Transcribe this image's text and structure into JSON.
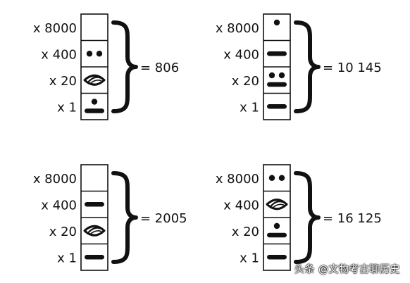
{
  "colors": {
    "ink": "#111111",
    "background": "#ffffff"
  },
  "place_labels": [
    "x 8000",
    "x 400",
    "x 20",
    "x 1"
  ],
  "numbers": [
    {
      "value_label": "806",
      "digits": [
        {
          "glyph": "empty"
        },
        {
          "glyph": "dots",
          "dots": 2
        },
        {
          "glyph": "shell"
        },
        {
          "glyph": "dot-bar",
          "dots": 1,
          "bars": 1
        }
      ]
    },
    {
      "value_label": "10145",
      "display_value": "10 145",
      "digits": [
        {
          "glyph": "dots",
          "dots": 1
        },
        {
          "glyph": "bar",
          "bars": 1
        },
        {
          "glyph": "dot-bar",
          "dots": 2,
          "bars": 1
        },
        {
          "glyph": "bar",
          "bars": 1
        }
      ]
    },
    {
      "value_label": "2005",
      "digits": [
        {
          "glyph": "empty"
        },
        {
          "glyph": "bar",
          "bars": 1
        },
        {
          "glyph": "shell"
        },
        {
          "glyph": "bar",
          "bars": 1
        }
      ]
    },
    {
      "value_label": "16125",
      "display_value": "16 125",
      "digits": [
        {
          "glyph": "dots",
          "dots": 2
        },
        {
          "glyph": "shell"
        },
        {
          "glyph": "dot-bar",
          "dots": 1,
          "bars": 1
        },
        {
          "glyph": "bar",
          "bars": 1
        }
      ]
    }
  ],
  "watermark": "头条 @文物考古聊历史"
}
